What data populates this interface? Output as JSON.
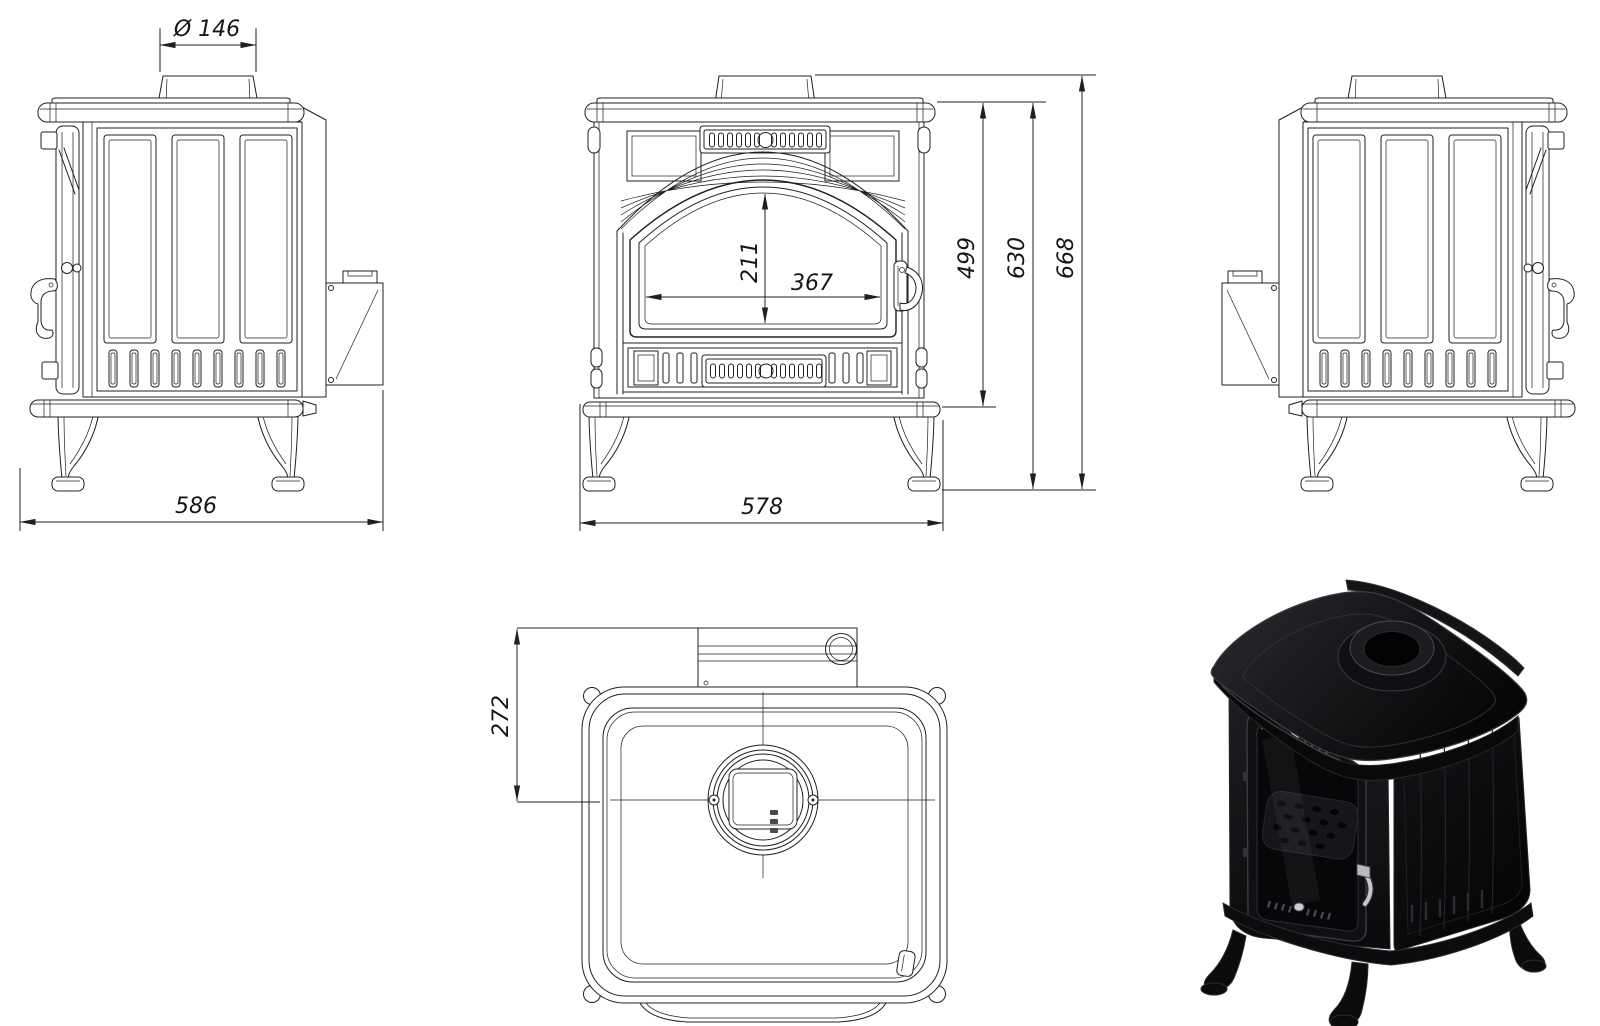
{
  "drawing": {
    "dimensions": {
      "flue_diameter": "Ø 146",
      "depth_overall": "586",
      "glass_height": "211",
      "glass_width": "367",
      "body_height": "499",
      "height_to_top_plate": "630",
      "height_overall": "668",
      "width_overall": "578",
      "flue_center_from_rear": "272"
    },
    "colors": {
      "line": "#202020",
      "background": "#ffffff",
      "render_body_dark": "#0b0b0d",
      "render_highlight": "#45454c"
    }
  }
}
